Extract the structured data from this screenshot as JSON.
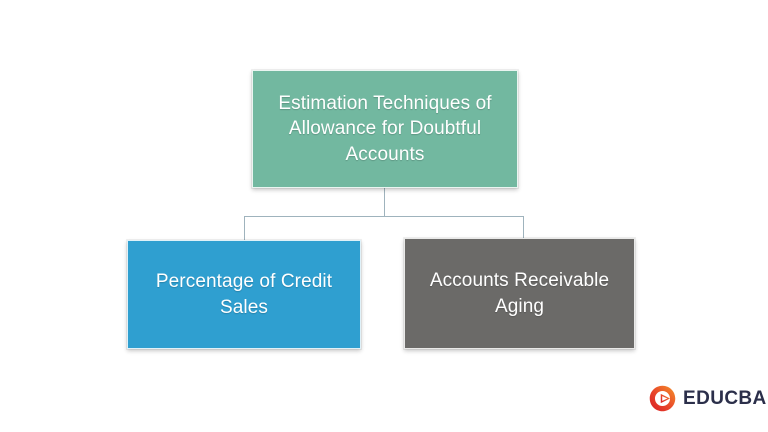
{
  "diagram": {
    "type": "hierarchy-tree",
    "background_color": "#ffffff",
    "connector_color": "#9fb3bd",
    "root": {
      "label": "Estimation Techniques of Allowance for Doubtful Accounts",
      "color": "#72b8a0",
      "text_color": "#ffffff"
    },
    "children": [
      {
        "label": "Percentage of Credit Sales",
        "color": "#2f9fd0",
        "text_color": "#ffffff"
      },
      {
        "label": "Accounts Receivable Aging",
        "color": "#6b6a68",
        "text_color": "#ffffff"
      }
    ]
  },
  "branding": {
    "wordmark": "EDUCBA",
    "wordmark_color": "#2b2f4a",
    "mark_icon": "educba-swirl-logo-icon",
    "mark_gradient_start": "#e02020",
    "mark_gradient_end": "#f08a2a"
  }
}
